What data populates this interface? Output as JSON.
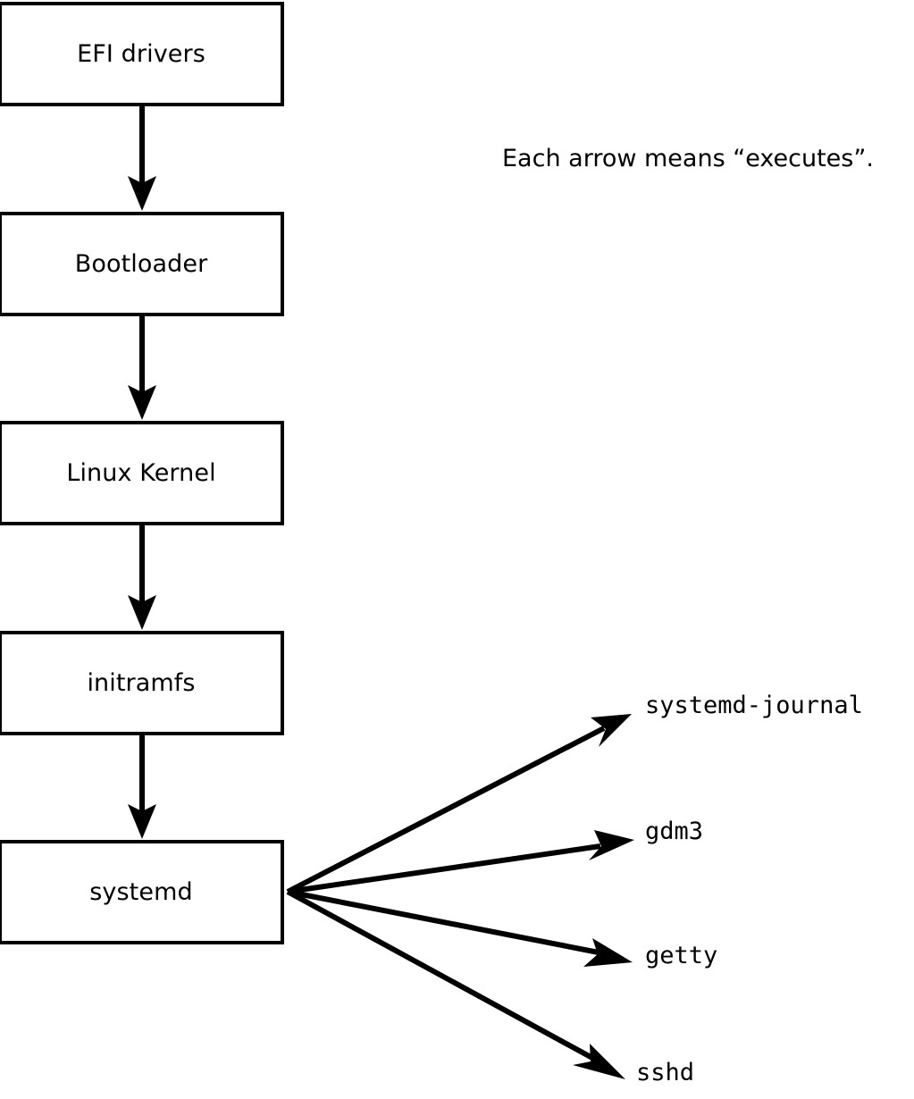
{
  "diagram": {
    "title_text_present": false,
    "caption": "Each arrow means “executes”.",
    "stroke_color": "#000000",
    "fill_color": "#ffffff",
    "boot_chain": [
      {
        "id": "efi-drivers",
        "label": "EFI drivers"
      },
      {
        "id": "bootloader",
        "label": "Bootloader"
      },
      {
        "id": "linux-kernel",
        "label": "Linux Kernel"
      },
      {
        "id": "initramfs",
        "label": "initramfs"
      },
      {
        "id": "systemd",
        "label": "systemd"
      }
    ],
    "chain_arrows": [
      {
        "id": "arrow-efi-to-bootloader",
        "from": "efi-drivers",
        "to": "bootloader",
        "meaning": "executes"
      },
      {
        "id": "arrow-bootloader-to-kernel",
        "from": "bootloader",
        "to": "linux-kernel",
        "meaning": "executes"
      },
      {
        "id": "arrow-kernel-to-initramfs",
        "from": "linux-kernel",
        "to": "initramfs",
        "meaning": "executes"
      },
      {
        "id": "arrow-initramfs-to-systemd",
        "from": "initramfs",
        "to": "systemd",
        "meaning": "executes"
      }
    ],
    "systemd_children": [
      {
        "id": "systemd-journal",
        "label": "systemd-journal"
      },
      {
        "id": "gdm3",
        "label": "gdm3"
      },
      {
        "id": "getty",
        "label": "getty"
      },
      {
        "id": "sshd",
        "label": "sshd"
      }
    ],
    "branch_arrows": [
      {
        "id": "arrow-systemd-to-systemd-journal",
        "from": "systemd",
        "to": "systemd-journal",
        "meaning": "executes"
      },
      {
        "id": "arrow-systemd-to-gdm3",
        "from": "systemd",
        "to": "gdm3",
        "meaning": "executes"
      },
      {
        "id": "arrow-systemd-to-getty",
        "from": "systemd",
        "to": "getty",
        "meaning": "executes"
      },
      {
        "id": "arrow-systemd-to-sshd",
        "from": "systemd",
        "to": "sshd",
        "meaning": "executes"
      }
    ]
  }
}
